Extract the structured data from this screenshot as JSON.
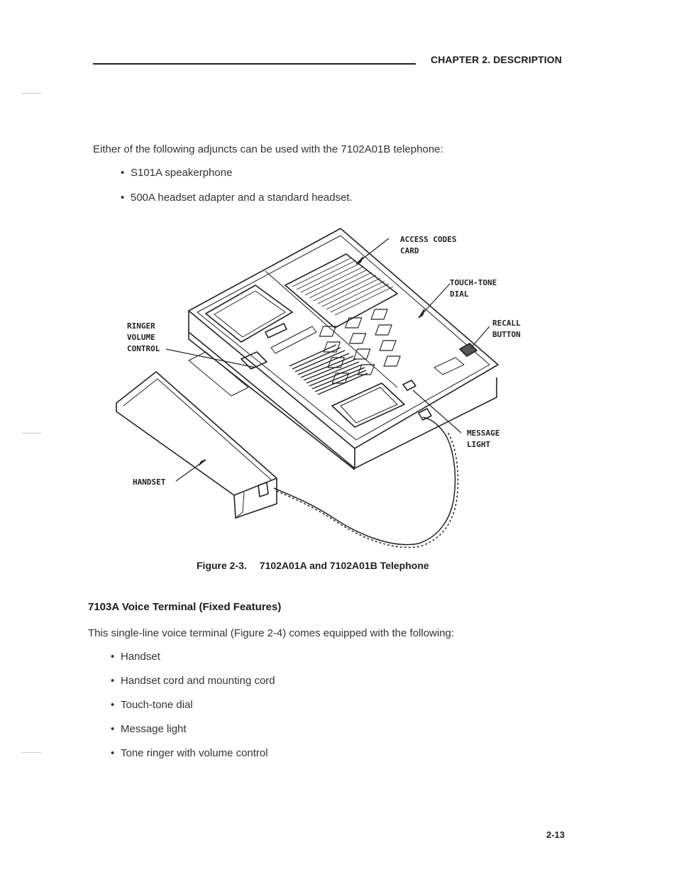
{
  "header": {
    "chapter": "CHAPTER 2. DESCRIPTION"
  },
  "intro": "Either of the following adjuncts can be used with the 7102A01B telephone:",
  "adjuncts": [
    "S101A speakerphone",
    "500A headset adapter and a standard headset."
  ],
  "figure": {
    "number": "Figure 2-3.",
    "title": "7102A01A and 7102A01B Telephone",
    "labels": {
      "access_codes": [
        "ACCESS CODES",
        "CARD"
      ],
      "touch_tone": [
        "TOUCH-TONE",
        "DIAL"
      ],
      "recall": [
        "RECALL",
        "BUTTON"
      ],
      "ringer": [
        "RINGER",
        "VOLUME",
        "CONTROL"
      ],
      "message": [
        "MESSAGE",
        "LIGHT"
      ],
      "handset": "HANDSET"
    }
  },
  "section": {
    "heading": "7103A Voice Terminal (Fixed Features)",
    "intro": "This single-line voice terminal (Figure 2-4) comes equipped with the following:",
    "features": [
      "Handset",
      "Handset cord and mounting cord",
      "Touch-tone dial",
      "Message light",
      "Tone ringer with volume control"
    ]
  },
  "footer": {
    "page": "2-13"
  }
}
